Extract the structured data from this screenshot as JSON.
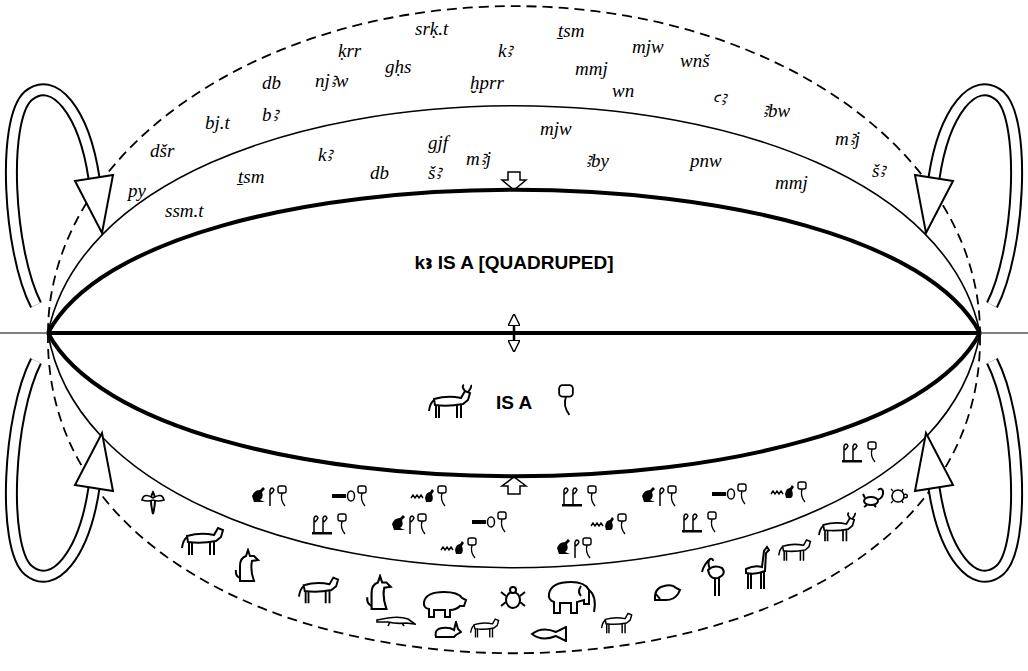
{
  "diagram": {
    "nodes": [
      {
        "text": [
          "kꜣ IS A [QUADRUPED]"
        ]
      },
      {
        "text": [
          "IS A"
        ]
      }
    ],
    "edges": [
      {
        "from": 0,
        "to": 1,
        "arrow": "both"
      }
    ],
    "labels": [
      "py",
      "dšr",
      "bj.t",
      "bꜣ",
      "db",
      "njꜣw",
      "ḳrr",
      "gḥs",
      "srḳ.t",
      "kꜣ",
      "ḫprr",
      "ṯsm",
      "mmj",
      "wn",
      "mjw",
      "wnš",
      "ꜥꜣ",
      "ꜣbw",
      "mꜣj",
      "šꜣ",
      "ssm.t",
      "ṯsm",
      "kꜣ",
      "db",
      "gjf",
      "šꜣ",
      "mꜣj",
      "mjw",
      "ꜣby",
      "pnw",
      "mmj"
    ]
  }
}
